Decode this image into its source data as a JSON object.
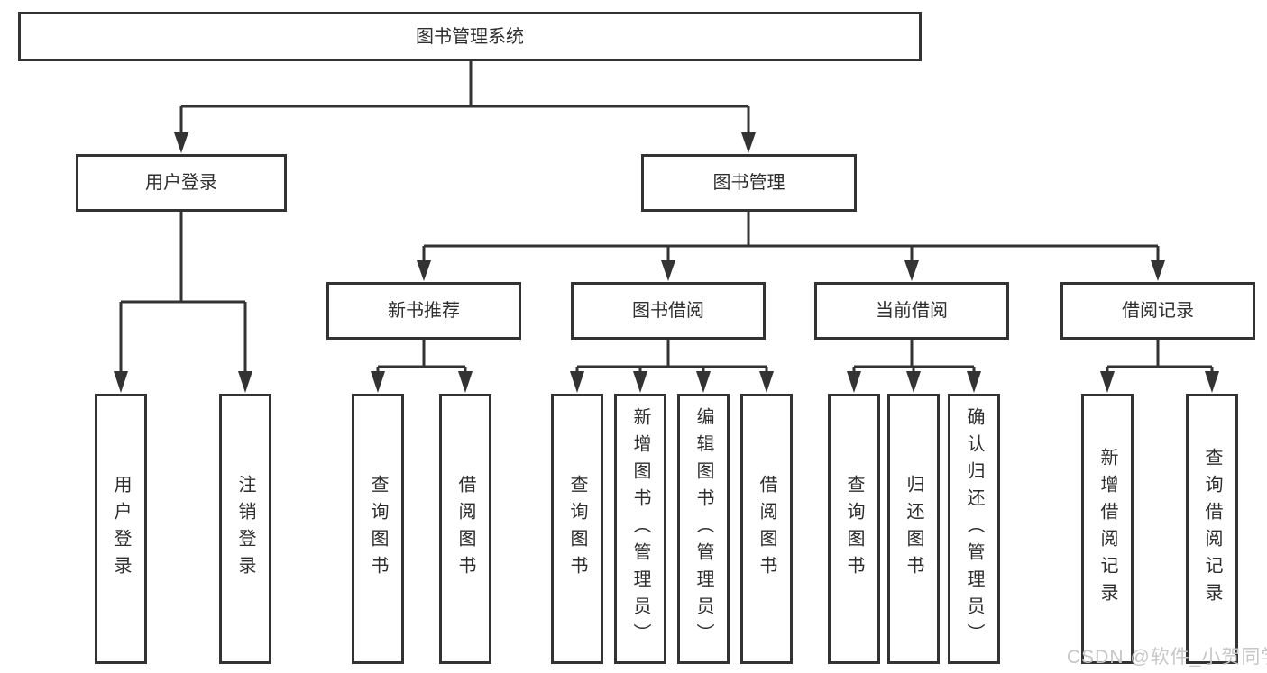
{
  "watermark": "CSDN @软件_小贺同学",
  "colors": {
    "line": "#333333",
    "box_background": "#ffffff",
    "text": "#2e2e2e",
    "watermark": "#c6c6c6"
  },
  "tree": {
    "root": "图书管理系统",
    "branches": [
      {
        "label": "用户登录",
        "children": [
          "用户登录",
          "注销登录"
        ]
      },
      {
        "label": "图书管理",
        "sections": [
          {
            "label": "新书推荐",
            "children": [
              "查询图书",
              "借阅图书"
            ]
          },
          {
            "label": "图书借阅",
            "children": [
              "查询图书",
              "新增图书（管理员）",
              "编辑图书（管理员）",
              "借阅图书"
            ]
          },
          {
            "label": "当前借阅",
            "children": [
              "查询图书",
              "归还图书",
              "确认归还（管理员）"
            ]
          },
          {
            "label": "借阅记录",
            "children": [
              "新增借阅记录",
              "查询借阅记录"
            ]
          }
        ]
      }
    ]
  }
}
